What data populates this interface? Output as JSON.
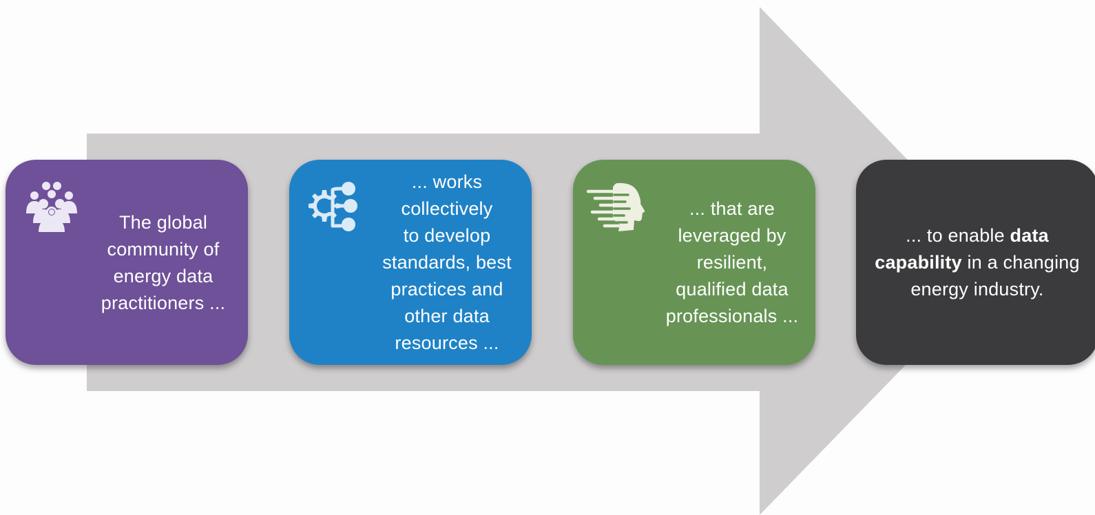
{
  "diagram": {
    "arrow_color": "#cfcdce",
    "steps": [
      {
        "id": "community",
        "text": "The global\ncommunity of\nenergy data\npractitioners ...",
        "color": "#6e5198",
        "icon": "group-people-icon"
      },
      {
        "id": "standards",
        "text": "... works\ncollectively\nto develop\nstandards, best\npractices and\nother data\nresources ...",
        "color": "#1f82c6",
        "icon": "gear-network-icon"
      },
      {
        "id": "professionals",
        "text": "... that are\nleveraged by\nresilient,\nqualified data\nprofessionals ...",
        "color": "#679455",
        "icon": "fast-thinking-head-icon"
      },
      {
        "id": "capability",
        "text_before": "... to enable ",
        "text_bold": "data\ncapability",
        "text_after": " in a changing\nenergy industry.",
        "color": "#3b3a3c"
      }
    ]
  }
}
